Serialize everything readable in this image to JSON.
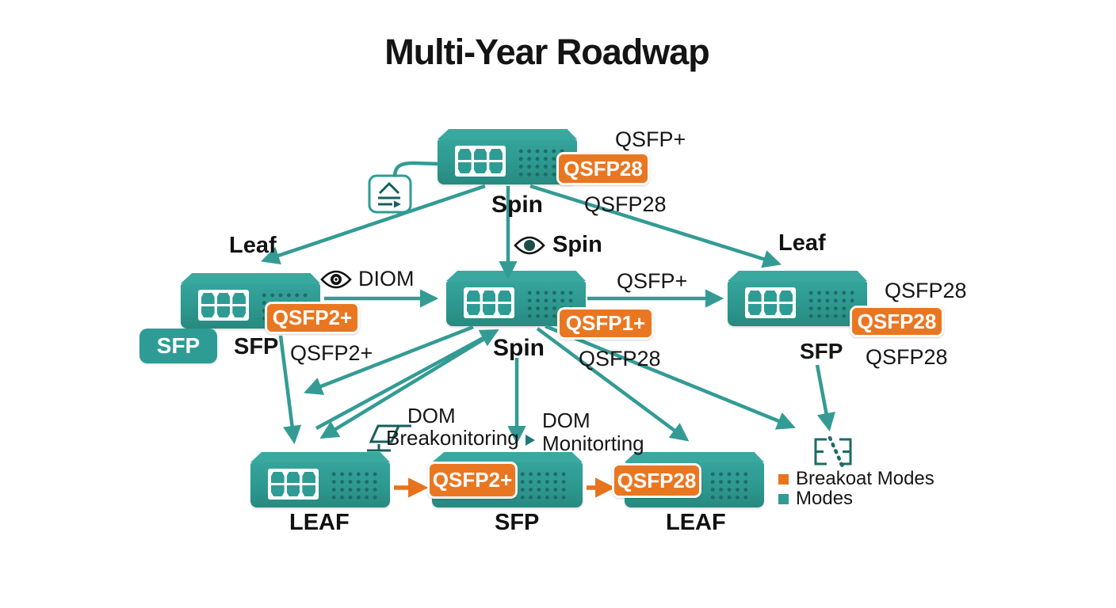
{
  "title": "Multi-Year Roadwap",
  "colors": {
    "switch_teal": "#2E9C95",
    "switch_lid": "#3AA89F",
    "dot_teal_dark": "#1E6B66",
    "arrow_teal": "#339B94",
    "orange": "#E97722",
    "orange_arrow": "#E8731D",
    "text": "#161616"
  },
  "nodes": {
    "top_spine": {
      "name": "Spin",
      "tag_top": "QSFP+",
      "badge": "QSFP28",
      "tag_bottom": "QSFP28"
    },
    "left_leaf": {
      "name": "Leaf",
      "badge": "QSFP2+",
      "sfp_badge": "SFP",
      "tag_sfp": "SFP",
      "tag_qsfp": "QSFP2+",
      "eye_label": "DIOM"
    },
    "center_spine": {
      "eye_label": "Spin",
      "name": "Spin",
      "tag_top": "QSFP+",
      "badge": "QSFP1+",
      "tag_bottom": "QSFP28"
    },
    "right_leaf": {
      "name": "Leaf",
      "tag_top": "QSFP28",
      "badge": "QSFP28",
      "tag_sfp": "SFP",
      "tag_bottom": "QSFP28"
    },
    "bottom_left_leaf": {
      "name": "LEAF"
    },
    "bottom_center_sfp": {
      "name": "SFP",
      "badge": "QSFP2+"
    },
    "bottom_right_leaf": {
      "name": "LEAF",
      "badge": "QSFP28"
    }
  },
  "annotations": {
    "dom_breakout": {
      "line1": "DOM",
      "line2": "Breakonitoring"
    },
    "dom_monitoring": {
      "line1": "DOM",
      "line2": "Monitorting"
    }
  },
  "legend": {
    "items": [
      {
        "label": "Breakoat Modes",
        "color": "#E8731D"
      },
      {
        "label": "Modes",
        "color": "#2E9C95"
      }
    ]
  }
}
